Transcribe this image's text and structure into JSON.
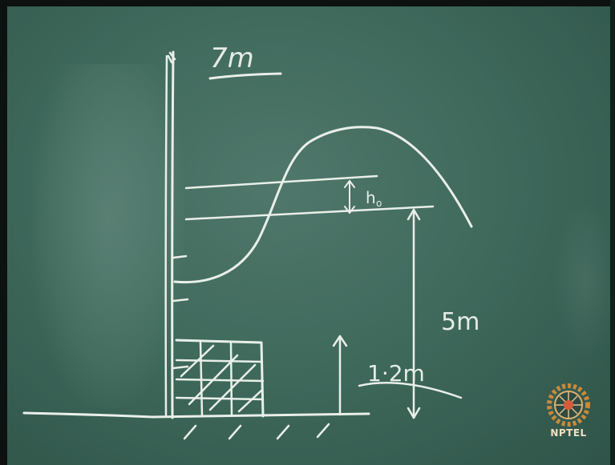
{
  "labels": {
    "title": "7m",
    "head_symbol": "h",
    "head_subscript": "o",
    "height_total": "5m",
    "height_block": "1·2m"
  },
  "logo": {
    "text": "NPTEL",
    "ring_color": "#c98a3a",
    "center_color": "#d85a3a"
  },
  "colors": {
    "board": "#3f6a5c",
    "chalk": "#e9efe9"
  }
}
